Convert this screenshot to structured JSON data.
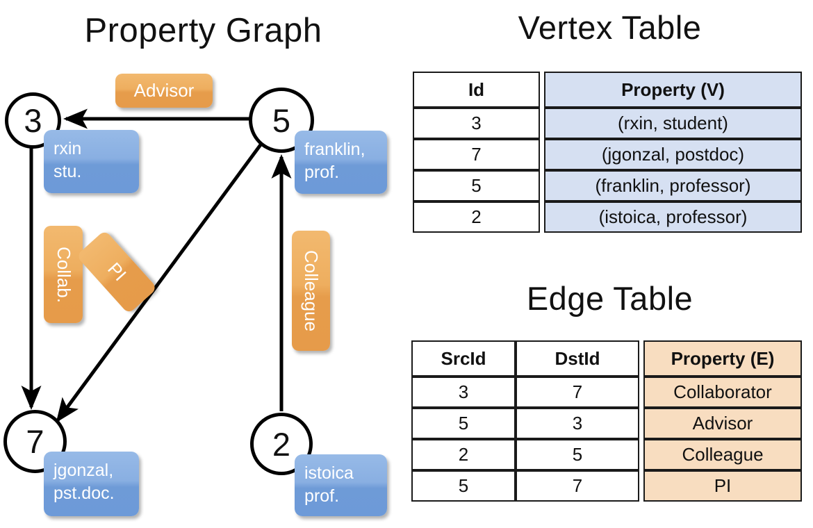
{
  "titles": {
    "property_graph": "Property Graph",
    "vertex_table": "Vertex Table",
    "edge_table": "Edge Table"
  },
  "graph": {
    "nodes": [
      {
        "id": "3",
        "property_lines": [
          "rxin",
          "stu."
        ]
      },
      {
        "id": "5",
        "property_lines": [
          "franklin,",
          "prof."
        ]
      },
      {
        "id": "7",
        "property_lines": [
          "jgonzal,",
          "pst.doc."
        ]
      },
      {
        "id": "2",
        "property_lines": [
          "istoica",
          "prof."
        ]
      }
    ],
    "edge_labels": [
      {
        "text": "Advisor",
        "orientation": "horizontal"
      },
      {
        "text": "Collab.",
        "orientation": "vertical"
      },
      {
        "text": "PI",
        "orientation": "diagonal"
      },
      {
        "text": "Colleague",
        "orientation": "vertical"
      }
    ],
    "edges": [
      {
        "src": "5",
        "dst": "3",
        "label": "Advisor"
      },
      {
        "src": "3",
        "dst": "7",
        "label": "Collab."
      },
      {
        "src": "5",
        "dst": "7",
        "label": "PI"
      },
      {
        "src": "2",
        "dst": "5",
        "label": "Colleague"
      }
    ]
  },
  "vertex_table": {
    "headers": [
      "Id",
      "Property (V)"
    ],
    "rows": [
      {
        "id": "3",
        "property": "(rxin, student)"
      },
      {
        "id": "7",
        "property": "(jgonzal, postdoc)"
      },
      {
        "id": "5",
        "property": "(franklin, professor)"
      },
      {
        "id": "2",
        "property": "(istoica, professor)"
      }
    ]
  },
  "edge_table": {
    "headers": [
      "SrcId",
      "DstId",
      "Property (E)"
    ],
    "rows": [
      {
        "src": "3",
        "dst": "7",
        "property": "Collaborator"
      },
      {
        "src": "5",
        "dst": "3",
        "property": "Advisor"
      },
      {
        "src": "2",
        "dst": "5",
        "property": "Colleague"
      },
      {
        "src": "5",
        "dst": "7",
        "property": "PI"
      }
    ]
  },
  "colors": {
    "vertex_property_fill": "#d6e0f2",
    "edge_property_fill": "#f8ddc0",
    "node_box_blue": "#7ea8de",
    "edge_label_orange": "#eca95c",
    "stroke": "#000000",
    "background": "#ffffff"
  }
}
